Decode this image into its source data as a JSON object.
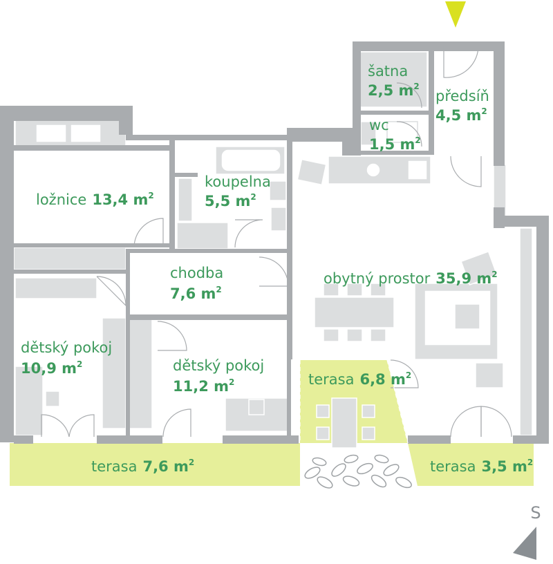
{
  "rooms": [
    {
      "id": "loznice",
      "name": "ložnice",
      "area": "13,4 m",
      "sup": "2"
    },
    {
      "id": "koupelna",
      "name": "koupelna",
      "area": "5,5 m",
      "sup": "2"
    },
    {
      "id": "satna",
      "name": "šatna",
      "area": "2,5 m",
      "sup": "2"
    },
    {
      "id": "predsin",
      "name": "předsíň",
      "area": "4,5 m",
      "sup": "2"
    },
    {
      "id": "wc",
      "name": "wc",
      "area": "1,5 m",
      "sup": "2"
    },
    {
      "id": "chodba",
      "name": "chodba",
      "area": "7,6 m",
      "sup": "2"
    },
    {
      "id": "obytny",
      "name": "obytný prostor",
      "area": "35,9 m",
      "sup": "2"
    },
    {
      "id": "detsky1",
      "name": "dětský pokoj",
      "area": "10,9 m",
      "sup": "2"
    },
    {
      "id": "detsky2",
      "name": "dětský pokoj",
      "area": "11,2 m",
      "sup": "2"
    },
    {
      "id": "terasa1",
      "name": "terasa",
      "area": "6,8 m",
      "sup": "2"
    },
    {
      "id": "terasa2",
      "name": "terasa",
      "area": "7,6 m",
      "sup": "2"
    },
    {
      "id": "terasa3",
      "name": "terasa",
      "area": "3,5 m",
      "sup": "2"
    }
  ],
  "compass": {
    "label": "S"
  },
  "colors": {
    "wall": "#a9acaf",
    "furniture": "#dcdedf",
    "terrace": "#e6ef9a",
    "label": "#3d9a5c",
    "entrance_marker": "#d9e021"
  }
}
